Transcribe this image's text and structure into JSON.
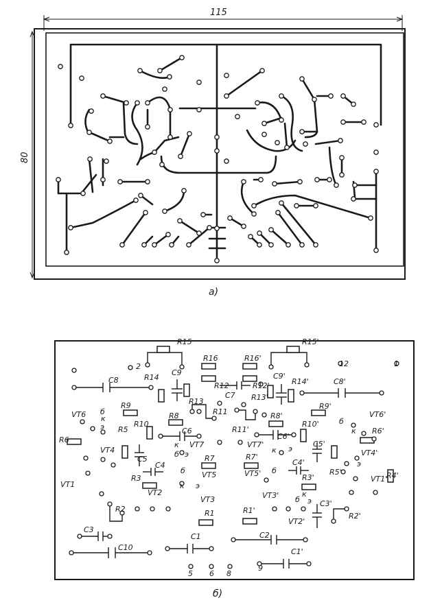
{
  "top_drawing": {
    "dimension_width": "115",
    "dimension_height": "80",
    "caption": "а)"
  },
  "bottom_drawing": {
    "caption": "б)",
    "component_labels": [
      "R15",
      "R15'",
      "R16",
      "R16'",
      "R14",
      "R14'",
      "R13",
      "R13'",
      "R12",
      "R12'",
      "R11",
      "R11'",
      "R10",
      "R10'",
      "R9",
      "R9'",
      "R8",
      "R8'",
      "R7",
      "R7'",
      "R6",
      "R6'",
      "R5",
      "R5'",
      "R4'",
      "R3",
      "R3'",
      "R2",
      "R2'",
      "R1",
      "R1'",
      "C10",
      "C8",
      "C8'",
      "C9",
      "C9'",
      "C7",
      "C6",
      "C6'",
      "C5",
      "C5'",
      "C4",
      "C4'",
      "C3",
      "C3'",
      "C2",
      "C1",
      "C1'",
      "VT1",
      "VT1'",
      "VT2",
      "VT2'",
      "VT3",
      "VT3'",
      "VT4",
      "VT4'",
      "VT5",
      "VT5'",
      "VT6",
      "VT6'",
      "VT7",
      "VT7'"
    ],
    "pin_labels": [
      "б",
      "к",
      "э",
      "к",
      "б",
      "э",
      "б",
      "к",
      "э",
      "б",
      "к",
      "э",
      "к",
      "б",
      "э",
      "б",
      "к",
      "э"
    ],
    "terminal_labels": [
      "1",
      "2",
      "5",
      "6",
      "8",
      "9",
      "12"
    ]
  }
}
